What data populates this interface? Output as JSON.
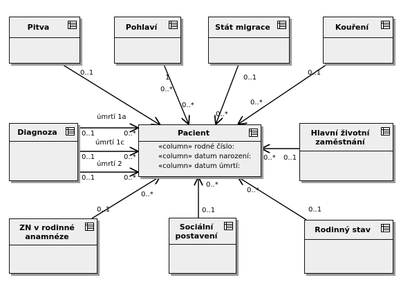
{
  "classes": {
    "pitva": "Pitva",
    "pohlavi": "Pohlaví",
    "stat_migrace": "Stát migrace",
    "koureni": "Kouření",
    "diagnoza": "Diagnoza",
    "pacient": "Pacient",
    "hlavni_zamestnani": "Hlavní životní zaměstnání",
    "zn": "ZN v rodinné anamnéze",
    "socialni": "Sociální postavení",
    "rodinny": "Rodinný stav"
  },
  "pacient_attrs": [
    "«column» rodné číslo:",
    "«column» datum narození:",
    "«column» datum úmrtí:"
  ],
  "assoc": {
    "pitva": [
      "0..1",
      "0..*"
    ],
    "pohlavi": [
      "1",
      "0..*"
    ],
    "stat": [
      "0..1",
      "0..*"
    ],
    "koureni": [
      "0..1",
      "0..*"
    ],
    "umrti1a": [
      "úmrtí 1a",
      "0..1",
      "0..*"
    ],
    "umrti1c": [
      "úmrtí 1c",
      "0..1",
      "0..*"
    ],
    "umrti2": [
      "úmrtí 2",
      "0..1",
      "0..*"
    ],
    "hlavni": [
      "0..1",
      "0..*"
    ],
    "zn": [
      "0..1",
      "0..*"
    ],
    "socialni": [
      "0..1",
      "0..*"
    ],
    "rodinny": [
      "0..1",
      "0..*"
    ]
  },
  "colors": {
    "box_fill": "#eeeeee",
    "shadow": "#9a9a9a",
    "line": "#000000"
  },
  "icons": {
    "class_icon": "table-icon"
  }
}
